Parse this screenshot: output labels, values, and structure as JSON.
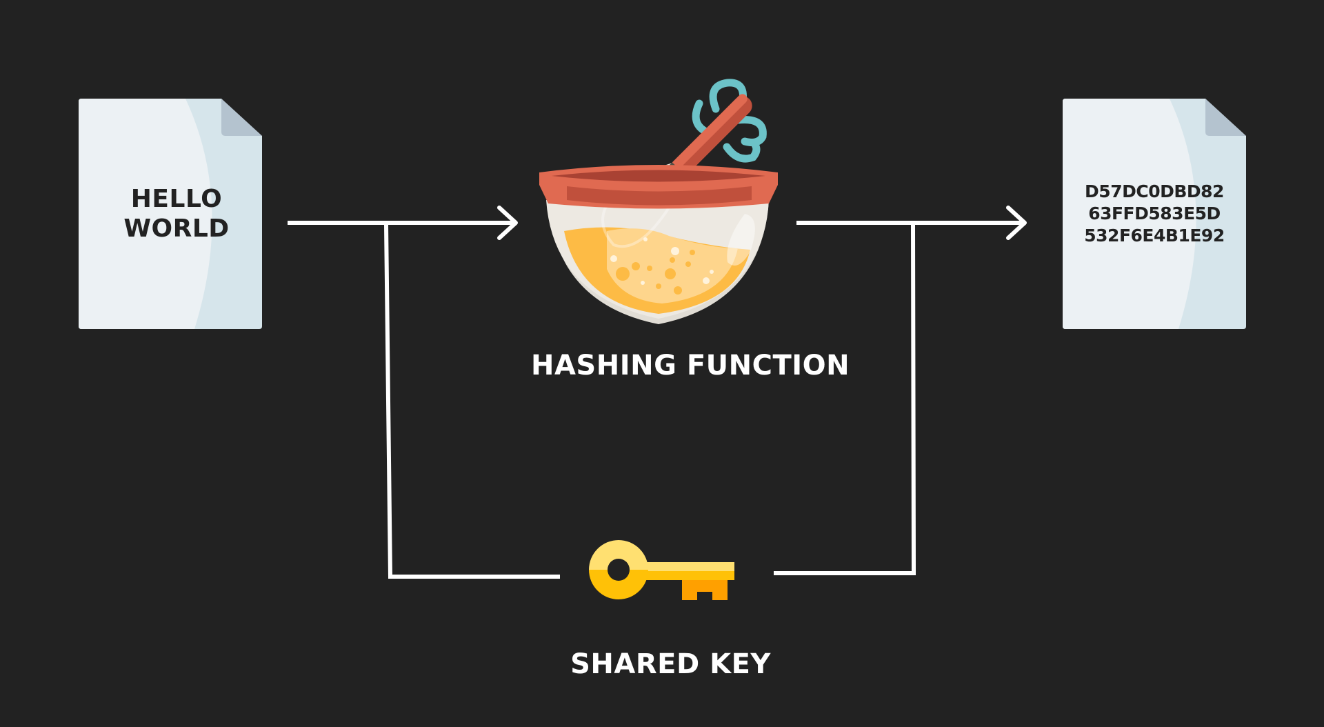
{
  "diagram": {
    "title": "",
    "background_color": "#222222",
    "line_color": "#ffffff",
    "nodes": {
      "input_document": {
        "icon": "document-icon",
        "lines": [
          "HELLO",
          "WORLD"
        ]
      },
      "hashing_function": {
        "icon": "mixing-bowl-whisk-icon",
        "label": "HASHING FUNCTION"
      },
      "output_document": {
        "icon": "document-icon",
        "lines": [
          "D57DC0DBD82",
          "63FFD583E5D",
          "532F6E4B1E92"
        ]
      },
      "shared_key": {
        "icon": "key-icon",
        "label": "SHARED KEY"
      }
    },
    "edges": [
      {
        "from": "input_document",
        "to": "hashing_function",
        "type": "arrow"
      },
      {
        "from": "hashing_function",
        "to": "output_document",
        "type": "arrow"
      },
      {
        "from": "shared_key",
        "to": "input-arrow",
        "type": "connector"
      },
      {
        "from": "shared_key",
        "to": "output-arrow",
        "type": "connector"
      }
    ],
    "colors": {
      "document_light": "#ecf1f4",
      "document_shade": "#d6e5eb",
      "document_fold": "#b4c3cf",
      "bowl_rim": "#d9654f",
      "bowl_glass": "#e1ddd5",
      "batter": "#fdbb45",
      "whisk_handle": "#d9654f",
      "swirl": "#6cc3c8",
      "key_light": "#ffe071",
      "key_mid": "#ffc107",
      "key_dark": "#ffa000"
    }
  }
}
